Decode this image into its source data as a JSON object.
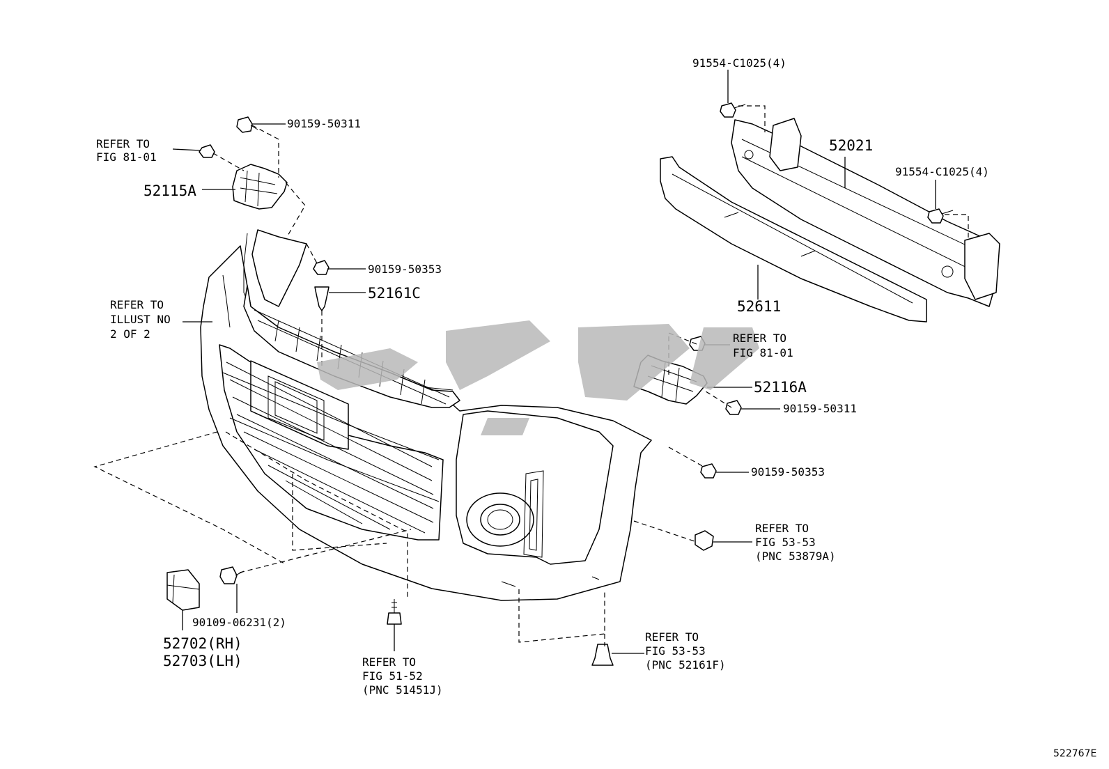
{
  "labels": {
    "top_bolt": "90159-50311",
    "refer_fig_8101_left_1": "REFER TO",
    "refer_fig_8101_left_2": "FIG 81-01",
    "bracket_left": "52115A",
    "nut_grille": "90159-50353",
    "clip_grille": "52161C",
    "refer_illust_1": "REFER TO",
    "refer_illust_2": "ILLUST NO",
    "refer_illust_3": "2 OF 2",
    "bolt_top_right": "91554-C1025(4)",
    "reinforcement": "52021",
    "bolt_right": "91554-C1025(4)",
    "absorber": "52611",
    "refer_fig_8101_right_1": "REFER TO",
    "refer_fig_8101_right_2": "FIG 81-01",
    "bracket_right": "52116A",
    "bolt_right_bracket": "90159-50311",
    "nut_side": "90159-50353",
    "refer_fig_5353_a_1": "REFER TO",
    "refer_fig_5353_a_2": "FIG 53-53",
    "refer_fig_5353_a_3": "(PNC 53879A)",
    "bolt_bottom": "90109-06231(2)",
    "seal_rh": "52702(RH)",
    "seal_lh": "52703(LH)",
    "refer_fig_5152_1": "REFER TO",
    "refer_fig_5152_2": "FIG 51-52",
    "refer_fig_5152_3": "(PNC 51451J)",
    "refer_fig_5353_f_1": "REFER TO",
    "refer_fig_5353_f_2": "FIG 53-53",
    "refer_fig_5353_f_3": "(PNC 52161F)",
    "illustration_code": "522767E"
  },
  "colors": {
    "line": "#000000",
    "background": "#ffffff",
    "watermark": "#b9b9b9"
  }
}
